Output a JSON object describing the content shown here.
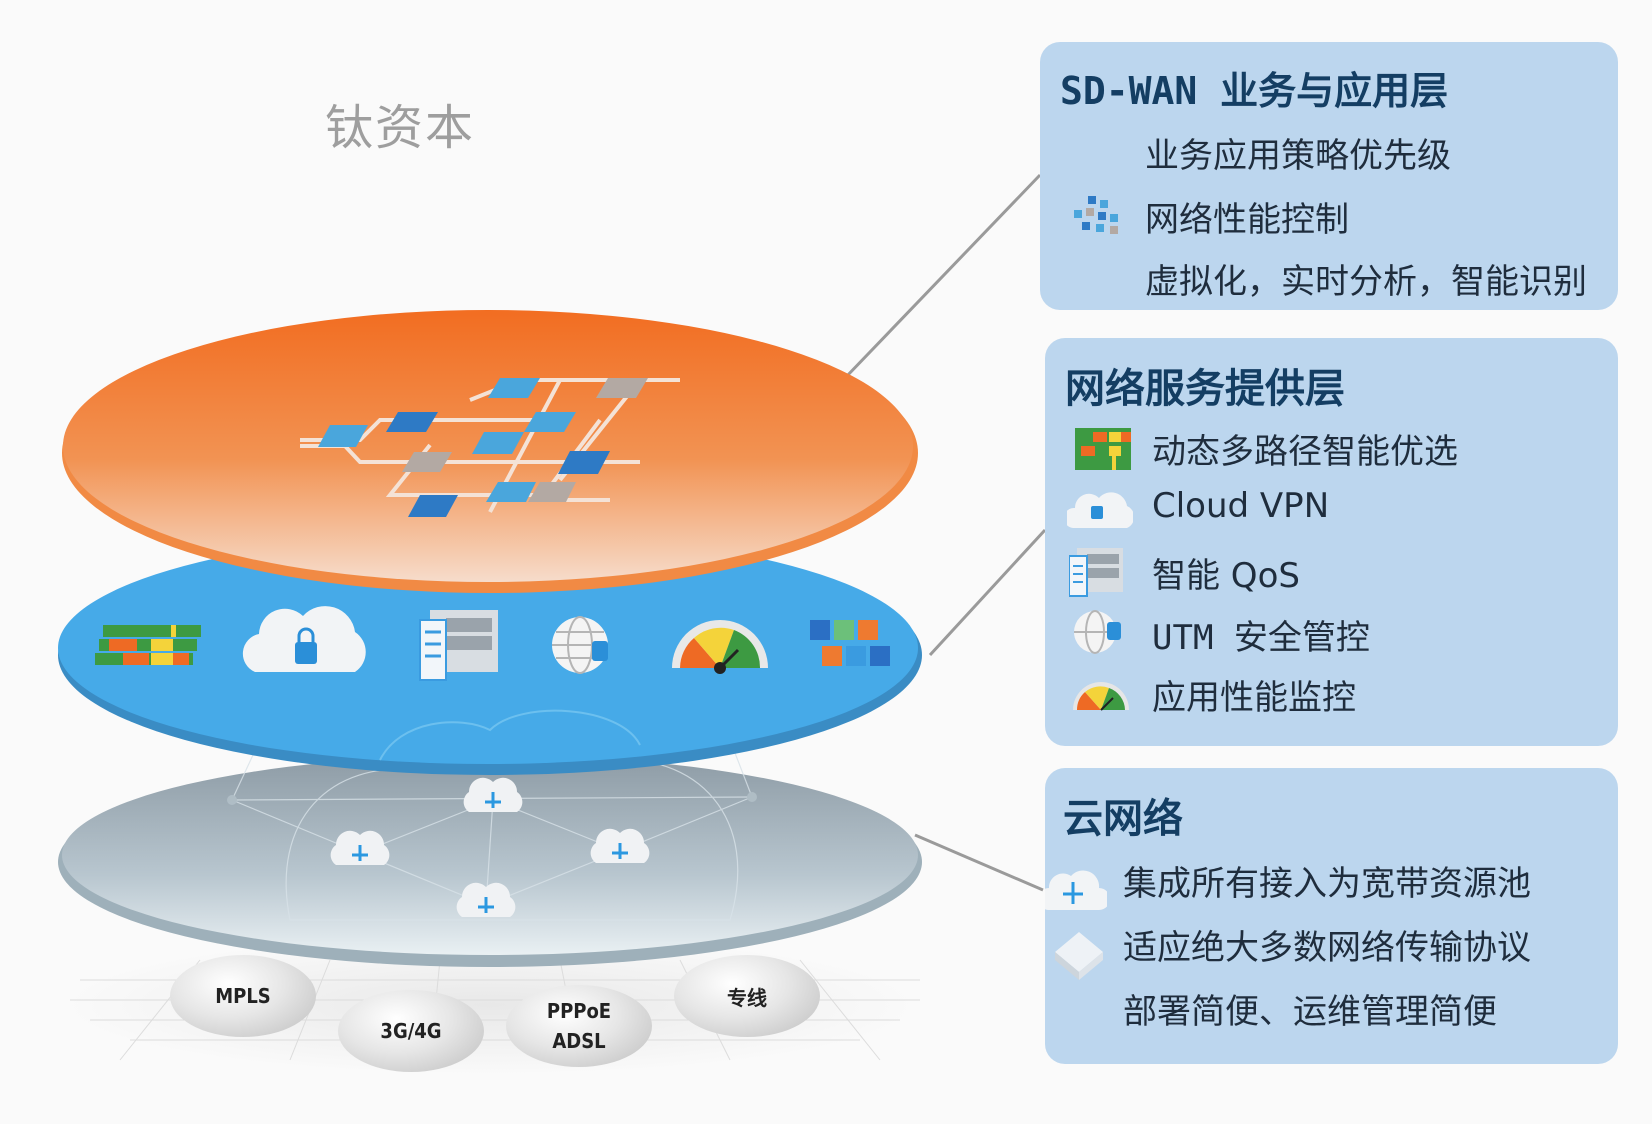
{
  "watermark": "钛资本",
  "layers": {
    "app_layer": {
      "title": "SD-WAN 业务与应用层",
      "items": [
        {
          "label": "业务应用策略优先级",
          "icon": null
        },
        {
          "label": "网络性能控制",
          "icon": "network-tiles-icon"
        },
        {
          "label": "虚拟化，实时分析，智能识别",
          "icon": null
        }
      ]
    },
    "service_layer": {
      "title": "网络服务提供层",
      "items": [
        {
          "label": "动态多路径智能优选",
          "icon": "multipath-bars-icon"
        },
        {
          "label": "Cloud VPN",
          "icon": "cloud-lock-icon"
        },
        {
          "label": "智能 QoS",
          "icon": "qos-checklist-icon"
        },
        {
          "label": "UTM 安全管控",
          "icon": "globe-lock-icon"
        },
        {
          "label": "应用性能监控",
          "icon": "gauge-icon"
        }
      ]
    },
    "cloud_layer": {
      "title": "云网络",
      "items": [
        {
          "label": "集成所有接入为宽带资源池",
          "icon": "cloud-router-icon"
        },
        {
          "label": "适应绝大多数网络传输协议",
          "icon": "device-box-icon"
        },
        {
          "label": "部署简便、运维管理简便",
          "icon": null
        }
      ]
    }
  },
  "access_types": [
    "MPLS",
    "3G/4G",
    "PPPoE\nADSL",
    "专线"
  ],
  "colors": {
    "orange_disc": "#f07a2e",
    "blue_disc": "#46aae8",
    "gray_disc": "#a8b6bf",
    "panel_bg": "#bcd6ee",
    "panel_title": "#143e63"
  }
}
